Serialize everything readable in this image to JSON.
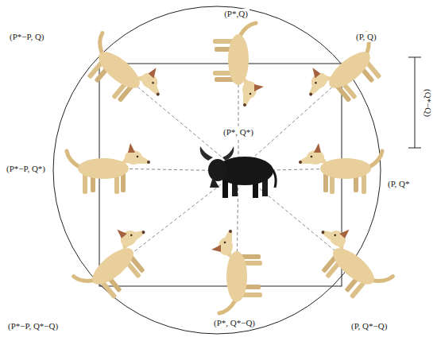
{
  "diagram": {
    "labels": [
      "(P*−P, Q)",
      "(P*,Q)",
      "(P, Q)",
      "(Q*−Q)",
      "(P*−P, Q*)",
      "(P*, Q*)",
      "(P, Q*",
      "(P*−P, Q*−Q)",
      "(P*, Q*−Q)",
      "(P, Q*−Q)"
    ]
  }
}
